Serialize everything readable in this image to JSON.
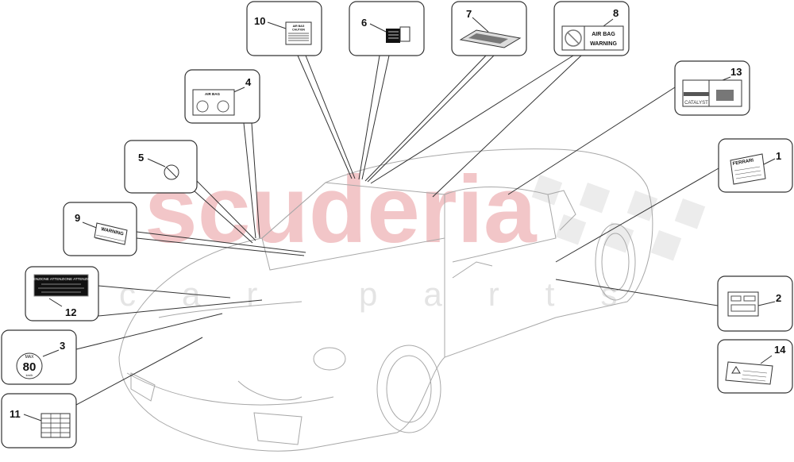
{
  "watermark": {
    "brand": "scuderia",
    "sub": "car parts"
  },
  "callouts": {
    "c1": {
      "number": "1",
      "label_text": "FERRARI"
    },
    "c2": {
      "number": "2"
    },
    "c3": {
      "number": "3",
      "max": "MAX",
      "speed": "80",
      "unit": "km/h"
    },
    "c4": {
      "number": "4",
      "label_text": "AIR BAG"
    },
    "c5": {
      "number": "5"
    },
    "c6": {
      "number": "6"
    },
    "c7": {
      "number": "7"
    },
    "c8": {
      "number": "8",
      "line1": "AIR BAG",
      "line2": "WARNING"
    },
    "c9": {
      "number": "9",
      "label_text": "WARNING"
    },
    "c10": {
      "number": "10",
      "line1": "AIR BAG",
      "line2": "CAUTION"
    },
    "c11": {
      "number": "11"
    },
    "c12": {
      "number": "12",
      "label_text": "ATTENZIONE  ATTENZIONE  ATTENZIONE"
    },
    "c13": {
      "number": "13",
      "label_text": "CATALYST"
    },
    "c14": {
      "number": "14"
    }
  },
  "colors": {
    "watermark": "#f2c6c8",
    "lines": "#333333",
    "car": "#a8a8a8"
  }
}
